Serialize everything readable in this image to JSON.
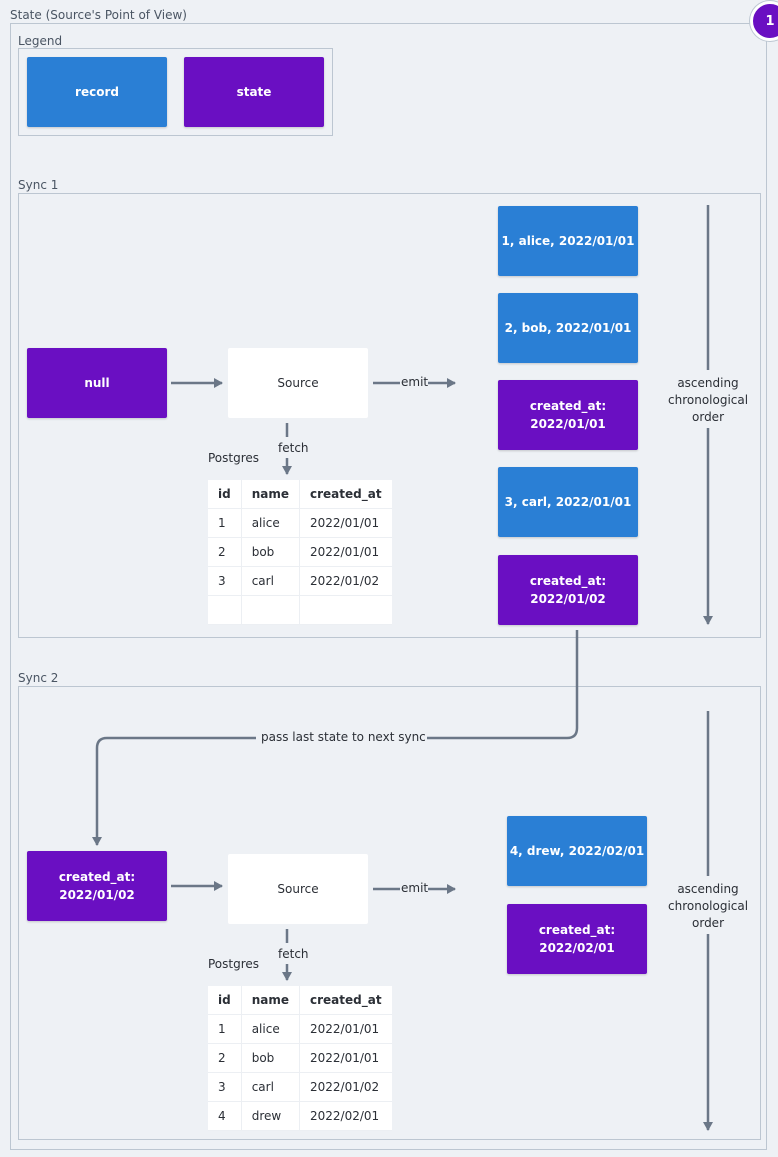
{
  "outer_label": "State (Source's Point of View)",
  "badge": "1",
  "legend": {
    "label": "Legend",
    "record": "record",
    "state": "state"
  },
  "colors": {
    "record": "#2a7fd5",
    "state": "#6a0fc2",
    "background": "#eef1f5",
    "arrow": "#6b7787"
  },
  "sync1": {
    "label": "Sync 1",
    "input_state": "null",
    "source": "Source",
    "emit": "emit",
    "fetch": "fetch",
    "db_label": "Postgres",
    "table": {
      "headers": [
        "id",
        "name",
        "created_at"
      ],
      "rows": [
        [
          "1",
          "alice",
          "2022/01/01"
        ],
        [
          "2",
          "bob",
          "2022/01/01"
        ],
        [
          "3",
          "carl",
          "2022/01/02"
        ],
        [
          "",
          "",
          ""
        ]
      ]
    },
    "outputs": [
      {
        "kind": "record",
        "line1": "1, alice, 2022/01/01",
        "line2": ""
      },
      {
        "kind": "record",
        "line1": "2, bob, 2022/01/01",
        "line2": ""
      },
      {
        "kind": "state",
        "line1": "created_at:",
        "line2": "2022/01/01"
      },
      {
        "kind": "record",
        "line1": "3, carl, 2022/01/01",
        "line2": ""
      },
      {
        "kind": "state",
        "line1": "created_at:",
        "line2": "2022/01/02"
      }
    ],
    "order_label": [
      "ascending",
      "chronological",
      "order"
    ]
  },
  "pass_label": "pass last state to next sync",
  "sync2": {
    "label": "Sync 2",
    "input_state": {
      "line1": "created_at:",
      "line2": "2022/01/02"
    },
    "source": "Source",
    "emit": "emit",
    "fetch": "fetch",
    "db_label": "Postgres",
    "table": {
      "headers": [
        "id",
        "name",
        "created_at"
      ],
      "rows": [
        [
          "1",
          "alice",
          "2022/01/01"
        ],
        [
          "2",
          "bob",
          "2022/01/01"
        ],
        [
          "3",
          "carl",
          "2022/01/02"
        ],
        [
          "4",
          "drew",
          "2022/02/01"
        ]
      ]
    },
    "outputs": [
      {
        "kind": "record",
        "line1": "4, drew, 2022/02/01",
        "line2": ""
      },
      {
        "kind": "state",
        "line1": "created_at:",
        "line2": "2022/02/01"
      }
    ],
    "order_label": [
      "ascending",
      "chronological",
      "order"
    ]
  }
}
